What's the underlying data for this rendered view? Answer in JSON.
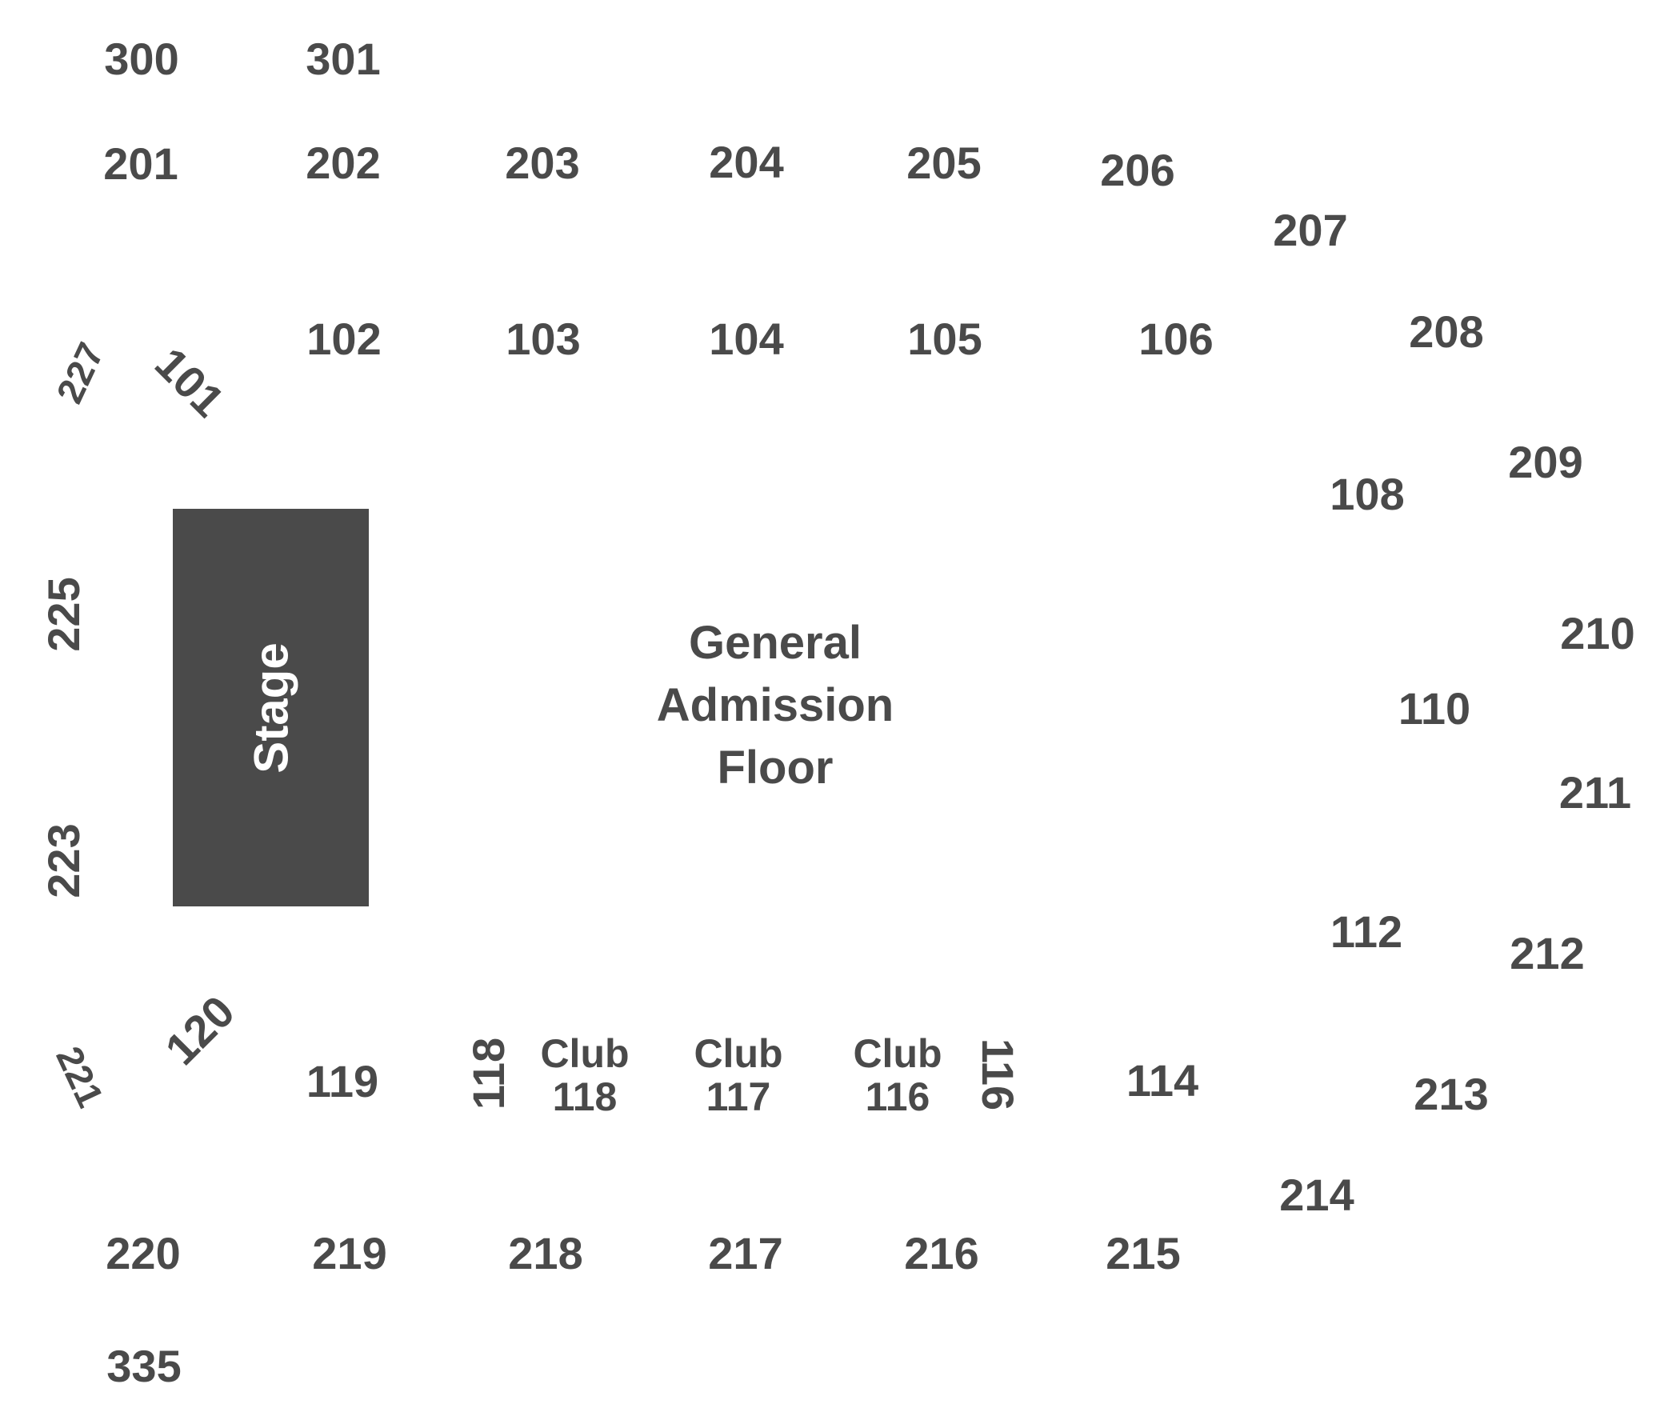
{
  "venue_map": {
    "stage_label": "Stage",
    "floor_label_lines": [
      "General",
      "Admission",
      "Floor"
    ],
    "text_color": "#4a4a4a",
    "stage_color": "#4a4a4a",
    "stage_text_color": "#ffffff",
    "sections": {
      "s300": "300",
      "s301": "301",
      "s201": "201",
      "s202": "202",
      "s203": "203",
      "s204": "204",
      "s205": "205",
      "s206": "206",
      "s207": "207",
      "s208": "208",
      "s209": "209",
      "s210": "210",
      "s211": "211",
      "s212": "212",
      "s213": "213",
      "s214": "214",
      "s215": "215",
      "s216": "216",
      "s217": "217",
      "s218": "218",
      "s219": "219",
      "s220": "220",
      "s221": "221",
      "s223": "223",
      "s225": "225",
      "s227": "227",
      "s101": "101",
      "s102": "102",
      "s103": "103",
      "s104": "104",
      "s105": "105",
      "s106": "106",
      "s108": "108",
      "s110": "110",
      "s112": "112",
      "s114": "114",
      "s116": "116",
      "s118": "118",
      "s119": "119",
      "s120": "120",
      "s335": "335"
    },
    "clubs": {
      "c118": {
        "line1": "Club",
        "line2": "118"
      },
      "c117": {
        "line1": "Club",
        "line2": "117"
      },
      "c116": {
        "line1": "Club",
        "line2": "116"
      }
    }
  }
}
